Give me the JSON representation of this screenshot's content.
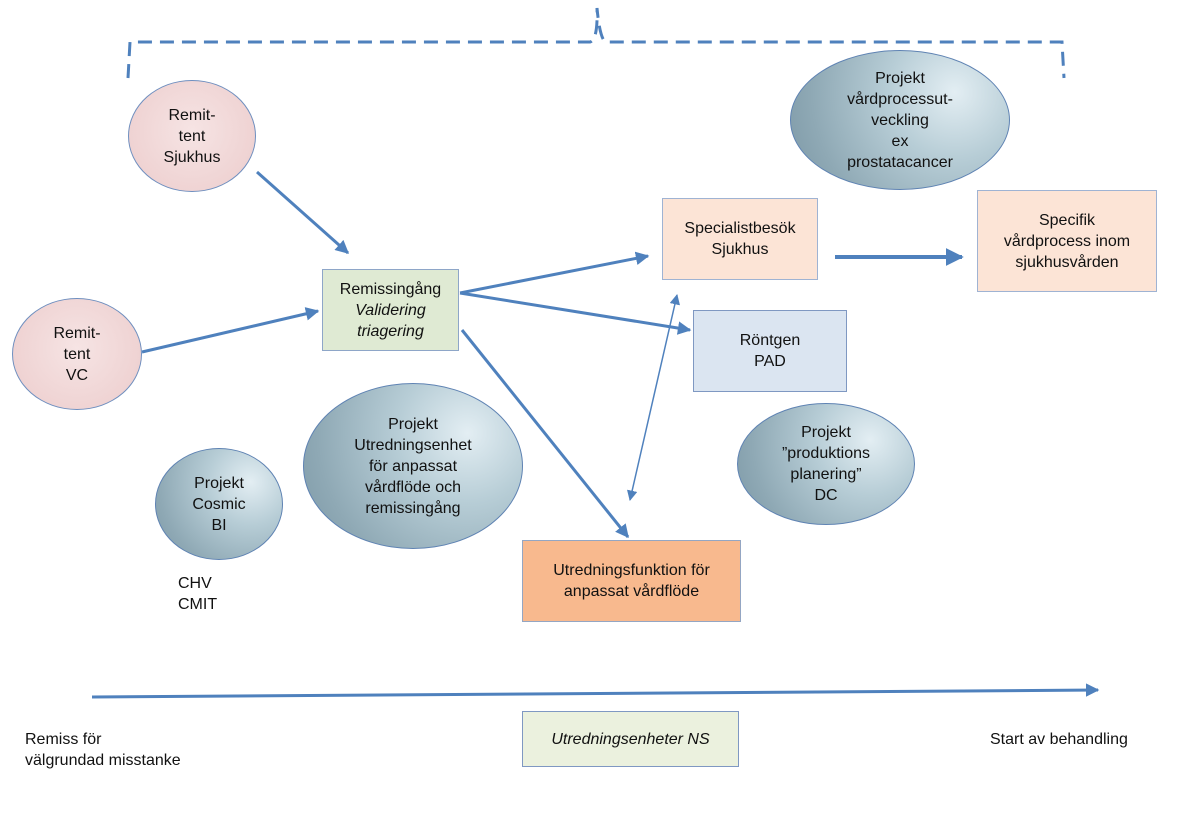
{
  "nodes": {
    "remittent_sjukhus": [
      "Remit-",
      "tent",
      "Sjukhus"
    ],
    "remittent_vc": [
      "Remit-",
      "tent",
      "VC"
    ],
    "remissingang": [
      "Remissingång",
      "Validering",
      "triagering"
    ],
    "specialistbesok": [
      "Specialistbesök",
      "Sjukhus"
    ],
    "specifik_vardprocess": [
      "Specifik",
      "vårdprocess inom",
      "sjukhusvården"
    ],
    "rontgen": [
      "Röntgen",
      "PAD"
    ],
    "utredningsfunktion": [
      "Utredningsfunktion för",
      "anpassat vårdflöde"
    ],
    "utredningsenheter": "Utredningsenheter NS"
  },
  "projects": {
    "vardprocessutveckling": [
      "Projekt",
      "vårdprocessut-",
      "veckling",
      "ex",
      "prostatacancer"
    ],
    "utredningsenhet": [
      "Projekt",
      "Utredningsenhet",
      "för anpassat",
      "vårdflöde och",
      "remissingång"
    ],
    "cosmic": [
      "Projekt",
      "Cosmic",
      "BI"
    ],
    "produktionsplanering": [
      "Projekt",
      "”produktions",
      "planering”",
      "DC"
    ]
  },
  "notes": {
    "cosmic_owners": [
      "CHV",
      "CMIT"
    ],
    "timeline_start": [
      "Remiss för",
      "välgrundad misstanke"
    ],
    "timeline_end": "Start av behandling"
  },
  "colors": {
    "arrow": "#4f81bd",
    "circle_border": "#6f8fbf",
    "remittent_fill": "#efd3d3",
    "project_fill": "#9fb8c4",
    "remissingang_fill": "#dfead3",
    "specialist_fill": "#fce4d6",
    "rontgen_fill": "#dbe5f1",
    "utredning_fill": "#f8b98e",
    "ns_fill": "#ebf1de"
  }
}
